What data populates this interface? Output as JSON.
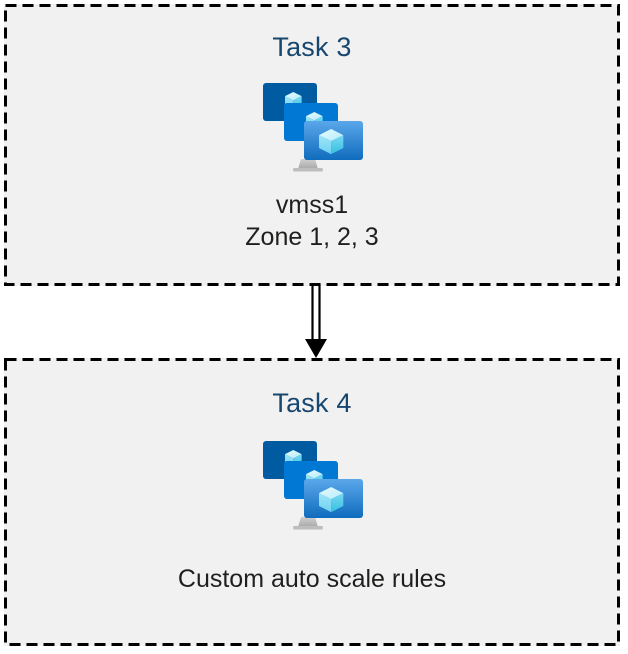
{
  "diagram": {
    "title_color": "#17466f",
    "text_color": "#201f1e",
    "box_fill": "#f1f1f1",
    "box_border_color": "#000000",
    "connector_color": "#000000",
    "icon_name": "virtual-machine-scale-set-icon",
    "boxes": [
      {
        "id": "task3",
        "title": "Task 3",
        "caption_lines": [
          "vmss1",
          "Zone 1, 2, 3"
        ]
      },
      {
        "id": "task4",
        "title": "Task 4",
        "caption_lines": [
          "Custom auto scale rules"
        ]
      }
    ],
    "connector": {
      "from": "task3",
      "to": "task4",
      "style": "double-line-arrow-down"
    },
    "icon_colors": {
      "monitor_back": "#005ba1",
      "monitor_middle": "#0078d4",
      "monitor_front_top": "#50a0e6",
      "monitor_front_bottom": "#0f6cbd",
      "cube_light": "#c3f1ff",
      "cube_mid": "#7fdcf5",
      "cube_dark": "#32bedd",
      "stand": "#b3b3b3"
    }
  }
}
